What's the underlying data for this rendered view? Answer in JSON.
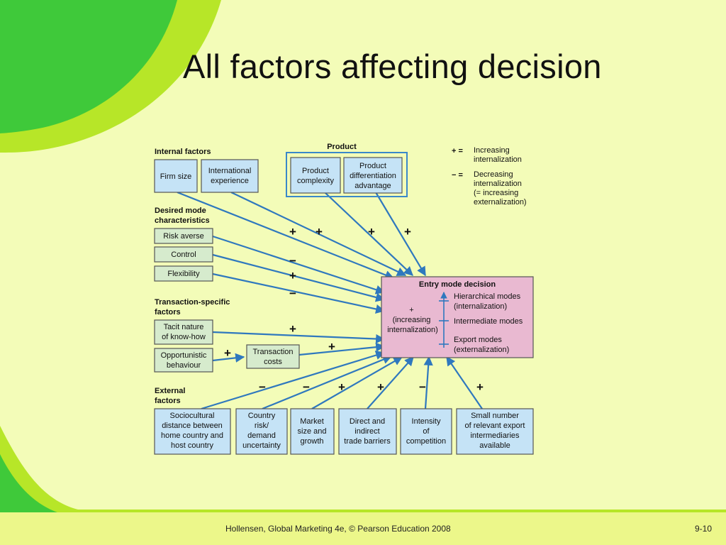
{
  "slide": {
    "title": "All factors affecting decision",
    "footer_text": "Hollensen, Global Marketing 4e, © Pearson Education 2008",
    "page_number": "9-10"
  },
  "colors": {
    "background": "#f3fcb8",
    "green_dark": "#3fc93a",
    "green_light": "#b7e628",
    "arrow": "#2f78be",
    "box_blue": "#c5e3f6",
    "box_green": "#d6ebcd",
    "box_pink": "#e9b9d1"
  },
  "diagram": {
    "section_headers": {
      "internal": [
        "Internal factors"
      ],
      "desired": [
        "Desired mode",
        "characteristics"
      ],
      "transaction": [
        "Transaction-specific",
        "factors"
      ],
      "external": [
        "External",
        "factors"
      ],
      "product": [
        "Product"
      ]
    },
    "boxes": {
      "firm_size": [
        "Firm size"
      ],
      "intl_experience": [
        "International",
        "experience"
      ],
      "product_complexity": [
        "Product",
        "complexity"
      ],
      "product_differentiation": [
        "Product",
        "differentiation",
        "advantage"
      ],
      "risk_averse": [
        "Risk averse"
      ],
      "control": [
        "Control"
      ],
      "flexibility": [
        "Flexibility"
      ],
      "tacit_knowhow": [
        "Tacit nature",
        "of know-how"
      ],
      "opportunistic": [
        "Opportunistic",
        "behaviour"
      ],
      "transaction_costs": [
        "Transaction",
        "costs"
      ],
      "sociocultural": [
        "Sociocultural",
        "distance between",
        "home country and",
        "host country"
      ],
      "country_risk": [
        "Country",
        "risk/",
        "demand",
        "uncertainty"
      ],
      "market_size": [
        "Market",
        "size and",
        "growth"
      ],
      "trade_barriers": [
        "Direct and",
        "indirect",
        "trade barriers"
      ],
      "competition": [
        "Intensity",
        "of",
        "competition"
      ],
      "intermediaries": [
        "Small number",
        "of relevant export",
        "intermediaries",
        "available"
      ]
    },
    "entry_mode": {
      "title": "Entry mode decision",
      "left_note": [
        "+",
        "(increasing",
        "internalization)"
      ],
      "hierarchical": [
        "Hierarchical modes",
        "(internalization)"
      ],
      "intermediate": [
        "Intermediate modes"
      ],
      "export": [
        "Export modes",
        "(externalization)"
      ]
    },
    "legend": {
      "plus_symbol": "+ =",
      "plus_text": [
        "Increasing",
        "internalization"
      ],
      "minus_symbol": "− =",
      "minus_text": [
        "Decreasing",
        "internalization",
        "(= increasing",
        "externalization)"
      ]
    },
    "signs": {
      "intl_experience": "+",
      "firm_size": "+",
      "product_complexity": "+",
      "product_differentiation": "+",
      "risk_averse": "−",
      "control": "+",
      "flexibility": "−",
      "tacit_knowhow": "+",
      "opportunistic": "+",
      "transaction_costs": "+",
      "sociocultural": "−",
      "country_risk": "−",
      "market_size": "+",
      "trade_barriers": "+",
      "competition": "−",
      "intermediaries": "+"
    }
  }
}
